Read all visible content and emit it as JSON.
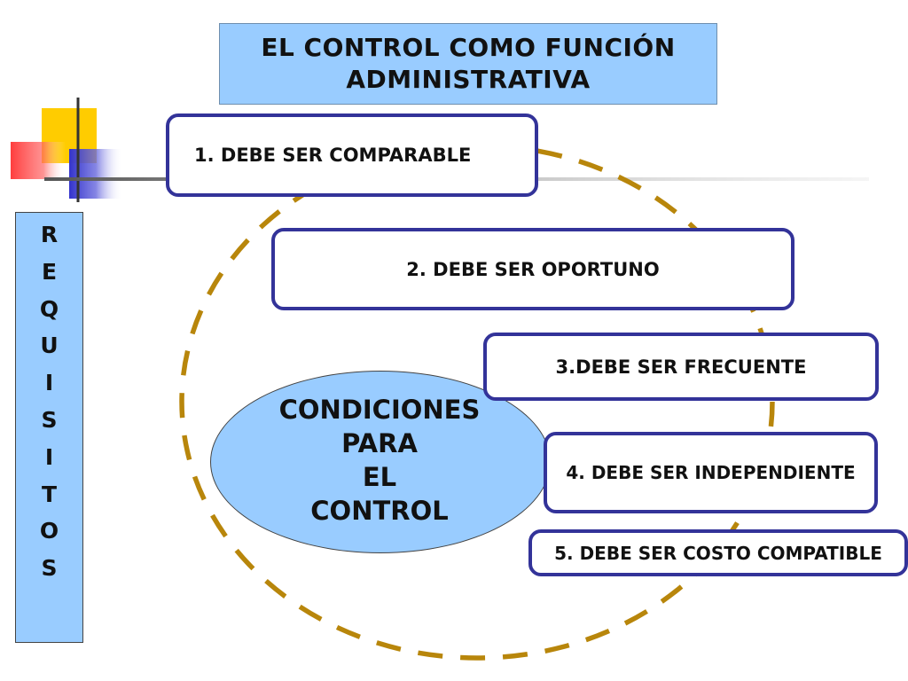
{
  "title": "El control como función administrativa",
  "side_label": [
    "R",
    "E",
    "Q",
    "U",
    "I",
    "S",
    "I",
    "T",
    "O",
    "S"
  ],
  "center_label": [
    "Condiciones",
    "para",
    "el",
    "control"
  ],
  "requirements": [
    "1. Debe ser comparable",
    "2. Debe ser oportuno",
    "3.Debe ser frecuente",
    "4. Debe ser independiente",
    "5. Debe ser costo compatible"
  ],
  "colors": {
    "box_fill": "#99ccff",
    "box_border": "#333399",
    "ring": "#b8860b",
    "decor_yellow": "#ffcc00",
    "decor_red": "#ff3333",
    "decor_blue": "#3333cc"
  }
}
